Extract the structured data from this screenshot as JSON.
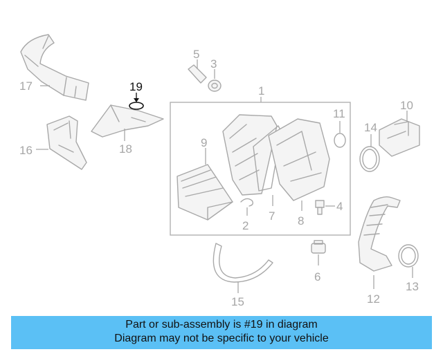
{
  "diagram": {
    "callouts": {
      "c1": "1",
      "c2": "2",
      "c3": "3",
      "c4": "4",
      "c5": "5",
      "c6": "6",
      "c7": "7",
      "c8": "8",
      "c9": "9",
      "c10": "10",
      "c11": "11",
      "c12": "12",
      "c13": "13",
      "c14": "14",
      "c15": "15",
      "c16": "16",
      "c17": "17",
      "c18": "18",
      "c19": "19"
    },
    "highlighted_part": "19",
    "colors": {
      "part_line": "#a8a8a8",
      "highlight": "#111111",
      "banner": "#5bc0f5"
    }
  },
  "banner": {
    "line1": "Part or sub-assembly is #19 in diagram",
    "line2": "Diagram may not be specific to your vehicle"
  }
}
